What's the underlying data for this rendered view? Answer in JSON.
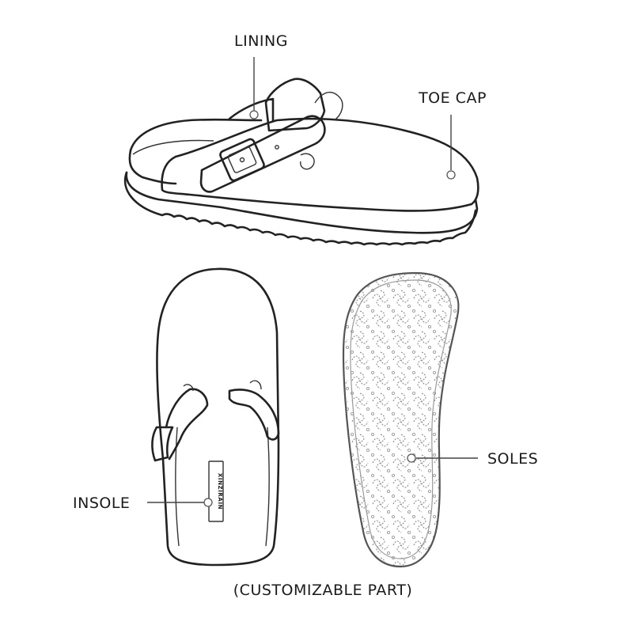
{
  "labels": {
    "lining": "LINING",
    "toe_cap": "TOE CAP",
    "insole": "INSOLE",
    "soles": "SOLES",
    "customizable": "(CUSTOMIZABLE PART)"
  },
  "insole_brand": "XINZIRAIN",
  "colors": {
    "ink": "#222222",
    "background": "#ffffff"
  }
}
